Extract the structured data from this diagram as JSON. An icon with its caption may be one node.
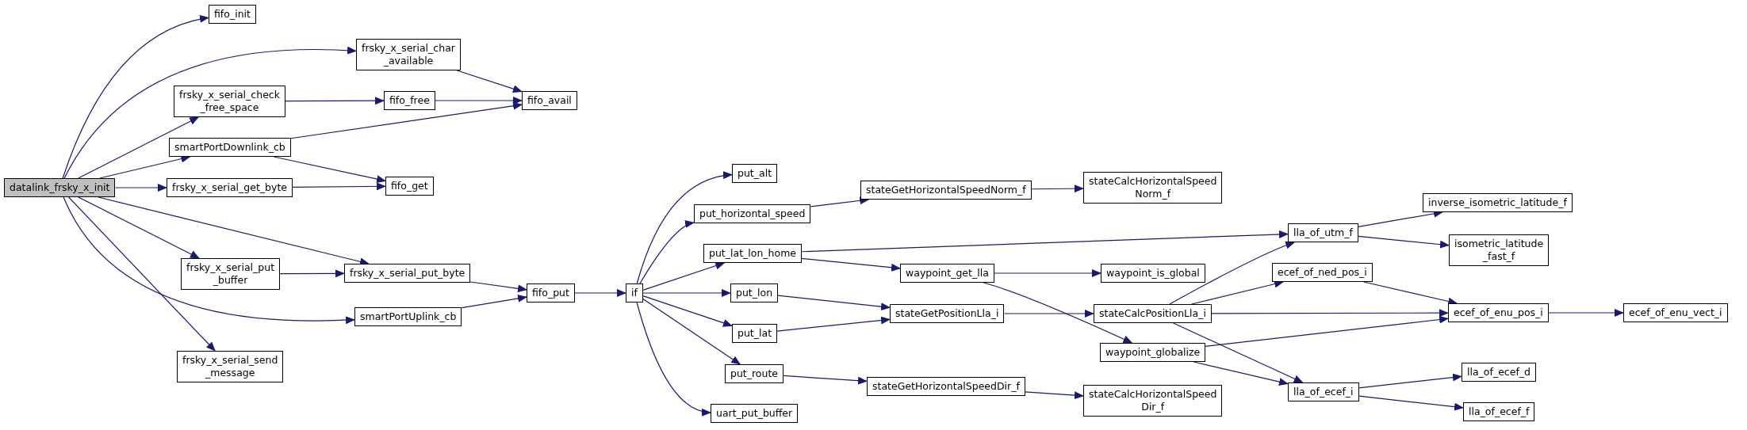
{
  "diagram": {
    "nodes": [
      {
        "text": [
          "datalink_frsky_x_init"
        ]
      },
      {
        "text": [
          "fifo_init"
        ]
      },
      {
        "text": [
          "frsky_x_serial_char _available"
        ]
      },
      {
        "text": [
          "frsky_x_serial_check _free_space"
        ]
      },
      {
        "text": [
          "smartPortDownlink_cb"
        ]
      },
      {
        "text": [
          "frsky_x_serial_get_byte"
        ]
      },
      {
        "text": [
          "frsky_x_serial_put _buffer"
        ]
      },
      {
        "text": [
          "smartPortUplink_cb"
        ]
      },
      {
        "text": [
          "frsky_x_serial_send _message"
        ]
      },
      {
        "text": [
          "fifo_free"
        ]
      },
      {
        "text": [
          "fifo_get"
        ]
      },
      {
        "text": [
          "frsky_x_serial_put_byte"
        ]
      },
      {
        "text": [
          "fifo_avail"
        ]
      },
      {
        "text": [
          "fifo_put"
        ]
      },
      {
        "text": [
          "if"
        ]
      },
      {
        "text": [
          "put_alt"
        ]
      },
      {
        "text": [
          "put_horizontal_speed"
        ]
      },
      {
        "text": [
          "put_lat_lon_home"
        ]
      },
      {
        "text": [
          "put_lon"
        ]
      },
      {
        "text": [
          "put_lat"
        ]
      },
      {
        "text": [
          "put_route"
        ]
      },
      {
        "text": [
          "uart_put_buffer"
        ]
      },
      {
        "text": [
          "stateGetHorizontalSpeedNorm_f"
        ]
      },
      {
        "text": [
          "waypoint_get_lla"
        ]
      },
      {
        "text": [
          "stateGetPositionLla_i"
        ]
      },
      {
        "text": [
          "stateGetHorizontalSpeedDir_f"
        ]
      },
      {
        "text": [
          "stateCalcHorizontalSpeed Norm_f"
        ]
      },
      {
        "text": [
          "waypoint_is_global"
        ]
      },
      {
        "text": [
          "stateCalcPositionLla_i"
        ]
      },
      {
        "text": [
          "waypoint_globalize"
        ]
      },
      {
        "text": [
          "stateCalcHorizontalSpeed Dir_f"
        ]
      },
      {
        "text": [
          "lla_of_utm_f"
        ]
      },
      {
        "text": [
          "ecef_of_ned_pos_i"
        ]
      },
      {
        "text": [
          "lla_of_ecef_i"
        ]
      },
      {
        "text": [
          "inverse_isometric_latitude_f"
        ]
      },
      {
        "text": [
          "isometric_latitude _fast_f"
        ]
      },
      {
        "text": [
          "ecef_of_enu_pos_i"
        ]
      },
      {
        "text": [
          "lla_of_ecef_d"
        ]
      },
      {
        "text": [
          "lla_of_ecef_f"
        ]
      },
      {
        "text": [
          "ecef_of_enu_vect_i"
        ]
      }
    ],
    "edges": [
      {
        "from": 0,
        "to": 1,
        "arrow": "to"
      },
      {
        "from": 0,
        "to": 2,
        "arrow": "to"
      },
      {
        "from": 0,
        "to": 3,
        "arrow": "to"
      },
      {
        "from": 0,
        "to": 4,
        "arrow": "to"
      },
      {
        "from": 0,
        "to": 5,
        "arrow": "to"
      },
      {
        "from": 0,
        "to": 11,
        "arrow": "to"
      },
      {
        "from": 0,
        "to": 6,
        "arrow": "to"
      },
      {
        "from": 0,
        "to": 7,
        "arrow": "to"
      },
      {
        "from": 0,
        "to": 8,
        "arrow": "to"
      },
      {
        "from": 2,
        "to": 12,
        "arrow": "to"
      },
      {
        "from": 3,
        "to": 9,
        "arrow": "to"
      },
      {
        "from": 9,
        "to": 12,
        "arrow": "to"
      },
      {
        "from": 4,
        "to": 12,
        "arrow": "to"
      },
      {
        "from": 4,
        "to": 10,
        "arrow": "to"
      },
      {
        "from": 5,
        "to": 10,
        "arrow": "to"
      },
      {
        "from": 6,
        "to": 11,
        "arrow": "to"
      },
      {
        "from": 11,
        "to": 13,
        "arrow": "to"
      },
      {
        "from": 7,
        "to": 13,
        "arrow": "to"
      },
      {
        "from": 13,
        "to": 14,
        "arrow": "to"
      },
      {
        "from": 14,
        "to": 15,
        "arrow": "to"
      },
      {
        "from": 14,
        "to": 16,
        "arrow": "to"
      },
      {
        "from": 14,
        "to": 17,
        "arrow": "to"
      },
      {
        "from": 14,
        "to": 18,
        "arrow": "to"
      },
      {
        "from": 14,
        "to": 19,
        "arrow": "to"
      },
      {
        "from": 14,
        "to": 20,
        "arrow": "to"
      },
      {
        "from": 14,
        "to": 21,
        "arrow": "to"
      },
      {
        "from": 16,
        "to": 22,
        "arrow": "to"
      },
      {
        "from": 22,
        "to": 26,
        "arrow": "to"
      },
      {
        "from": 17,
        "to": 31,
        "arrow": "to"
      },
      {
        "from": 17,
        "to": 23,
        "arrow": "to"
      },
      {
        "from": 23,
        "to": 27,
        "arrow": "to"
      },
      {
        "from": 23,
        "to": 29,
        "arrow": "to"
      },
      {
        "from": 18,
        "to": 24,
        "arrow": "to"
      },
      {
        "from": 19,
        "to": 24,
        "arrow": "to"
      },
      {
        "from": 24,
        "to": 28,
        "arrow": "to"
      },
      {
        "from": 20,
        "to": 25,
        "arrow": "to"
      },
      {
        "from": 25,
        "to": 30,
        "arrow": "to"
      },
      {
        "from": 28,
        "to": 31,
        "arrow": "to"
      },
      {
        "from": 28,
        "to": 32,
        "arrow": "to"
      },
      {
        "from": 28,
        "to": 36,
        "arrow": "to"
      },
      {
        "from": 28,
        "to": 33,
        "arrow": "to"
      },
      {
        "from": 29,
        "to": 36,
        "arrow": "to"
      },
      {
        "from": 29,
        "to": 33,
        "arrow": "to"
      },
      {
        "from": 31,
        "to": 34,
        "arrow": "to"
      },
      {
        "from": 31,
        "to": 35,
        "arrow": "to"
      },
      {
        "from": 32,
        "to": 36,
        "arrow": "to"
      },
      {
        "from": 36,
        "to": 39,
        "arrow": "to"
      },
      {
        "from": 33,
        "to": 37,
        "arrow": "to"
      },
      {
        "from": 33,
        "to": 38,
        "arrow": "to"
      }
    ]
  }
}
